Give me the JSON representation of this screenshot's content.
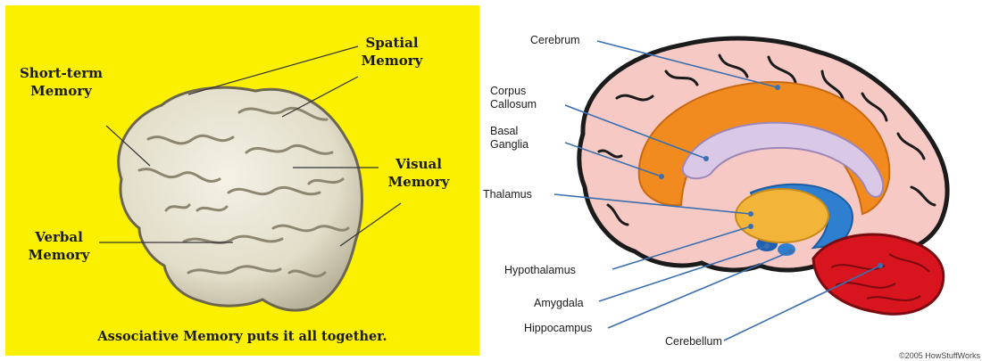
{
  "left": {
    "labels": {
      "short_term_line1": "Short-term",
      "short_term_line2": "Memory",
      "spatial_line1": "Spatial",
      "spatial_line2": "Memory",
      "visual_line1": "Visual",
      "visual_line2": "Memory",
      "verbal_line1": "Verbal",
      "verbal_line2": "Memory"
    },
    "caption": "Associative Memory puts it all together.",
    "colors": {
      "background": "#fbf000",
      "brain": "#e7e3d2"
    }
  },
  "right": {
    "labels": {
      "cerebrum": "Cerebrum",
      "corpus_line1": "Corpus",
      "corpus_line2": "Callosum",
      "basal_line1": "Basal",
      "basal_line2": "Ganglia",
      "thalamus": "Thalamus",
      "hypothalamus": "Hypothalamus",
      "amygdala": "Amygdala",
      "hippocampus": "Hippocampus",
      "cerebellum": "Cerebellum"
    },
    "copyright": "©2005 HowStuffWorks",
    "colors": {
      "cerebrum": "#f6c9c4",
      "basal_ganglia": "#f28b1f",
      "corpus_callosum": "#d9c9e6",
      "thalamus": "#f2b53a",
      "hippocampus": "#2f7fd0",
      "cerebellum": "#d8141e",
      "leader_line": "#3b6fb0"
    }
  }
}
